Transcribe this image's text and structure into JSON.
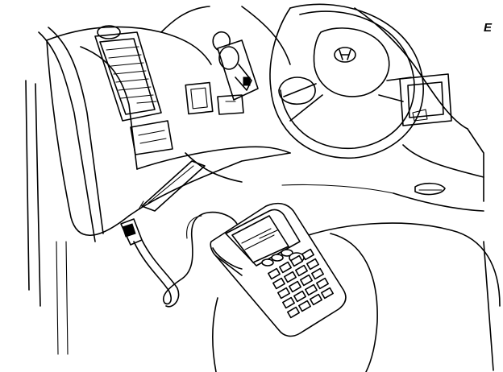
{
  "figure": {
    "corner_mark": "E",
    "stroke_color": "#000000",
    "background_color": "#ffffff"
  },
  "parts": [
    "dashboard",
    "a-pillar",
    "air-vent",
    "steering-wheel",
    "steering-column",
    "ignition-key",
    "switch-panel",
    "fuse-box-cover",
    "diagnostic-connector",
    "scan-tool-cable",
    "scan-tool",
    "driver-seat"
  ],
  "scan_tool": {
    "screen_icon": "lcd-screen-icon",
    "keypad_rows": 5,
    "keypad_cols": 4
  },
  "vehicle_logo_icon": "hyundai-logo-icon"
}
